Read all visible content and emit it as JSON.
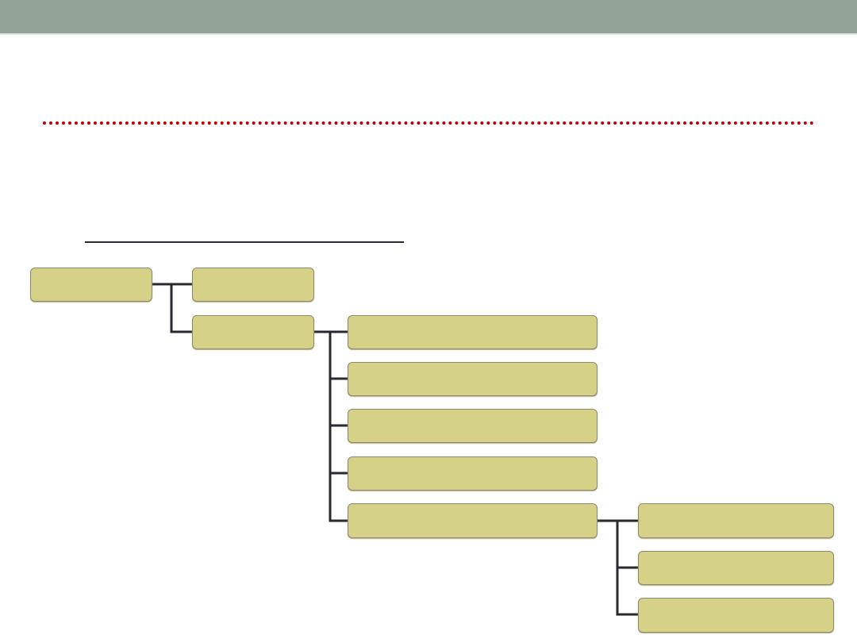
{
  "colors": {
    "header": "#93a397",
    "divider": "#c00000",
    "node_fill": "#d5d287",
    "connector": "#2a2830"
  },
  "diagram": {
    "type": "tree",
    "nodes": [
      {
        "id": "root",
        "label": ""
      },
      {
        "id": "level1-a",
        "label": "",
        "parent": "root"
      },
      {
        "id": "level1-b",
        "label": "",
        "parent": "root"
      },
      {
        "id": "level2-1",
        "label": "",
        "parent": "level1-b"
      },
      {
        "id": "level2-2",
        "label": "",
        "parent": "level1-b"
      },
      {
        "id": "level2-3",
        "label": "",
        "parent": "level1-b"
      },
      {
        "id": "level2-4",
        "label": "",
        "parent": "level1-b"
      },
      {
        "id": "level2-5",
        "label": "",
        "parent": "level1-b"
      },
      {
        "id": "level3-1",
        "label": "",
        "parent": "level2-5"
      },
      {
        "id": "level3-2",
        "label": "",
        "parent": "level2-5"
      },
      {
        "id": "level3-3",
        "label": "",
        "parent": "level2-5"
      }
    ]
  }
}
